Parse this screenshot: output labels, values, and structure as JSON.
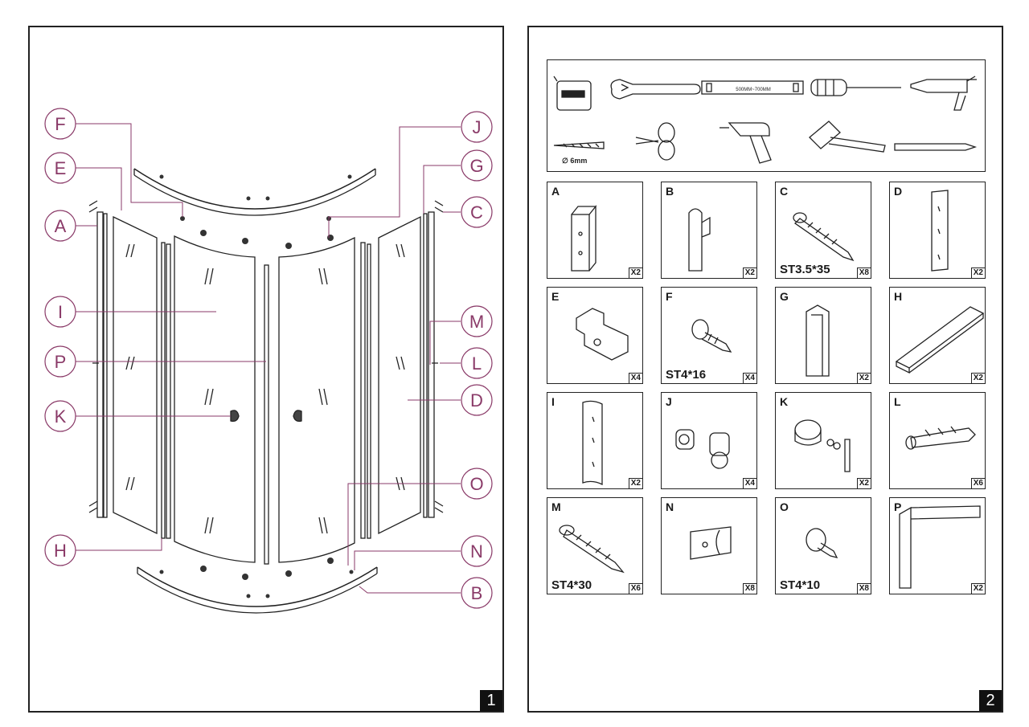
{
  "page1": {
    "page_number": "1",
    "callouts": [
      "F",
      "E",
      "A",
      "I",
      "P",
      "K",
      "H",
      "J",
      "G",
      "C",
      "M",
      "L",
      "D",
      "O",
      "N",
      "B"
    ]
  },
  "page2": {
    "page_number": "2",
    "tools": {
      "level_text": "500MM~700MM",
      "drill_bit_text": "∅ 6mm"
    },
    "parts": [
      {
        "letter": "A",
        "qty": "X2",
        "spec": ""
      },
      {
        "letter": "B",
        "qty": "X2",
        "spec": ""
      },
      {
        "letter": "C",
        "qty": "X8",
        "spec": "ST3.5*35"
      },
      {
        "letter": "D",
        "qty": "X2",
        "spec": ""
      },
      {
        "letter": "E",
        "qty": "X4",
        "spec": ""
      },
      {
        "letter": "F",
        "qty": "X4",
        "spec": "ST4*16"
      },
      {
        "letter": "G",
        "qty": "X2",
        "spec": ""
      },
      {
        "letter": "H",
        "qty": "X2",
        "spec": ""
      },
      {
        "letter": "I",
        "qty": "X2",
        "spec": ""
      },
      {
        "letter": "J",
        "qty": "X4",
        "spec": ""
      },
      {
        "letter": "K",
        "qty": "X2",
        "spec": ""
      },
      {
        "letter": "L",
        "qty": "X6",
        "spec": ""
      },
      {
        "letter": "M",
        "qty": "X6",
        "spec": "ST4*30"
      },
      {
        "letter": "N",
        "qty": "X8",
        "spec": ""
      },
      {
        "letter": "O",
        "qty": "X8",
        "spec": "ST4*10"
      },
      {
        "letter": "P",
        "qty": "X2",
        "spec": ""
      }
    ]
  }
}
